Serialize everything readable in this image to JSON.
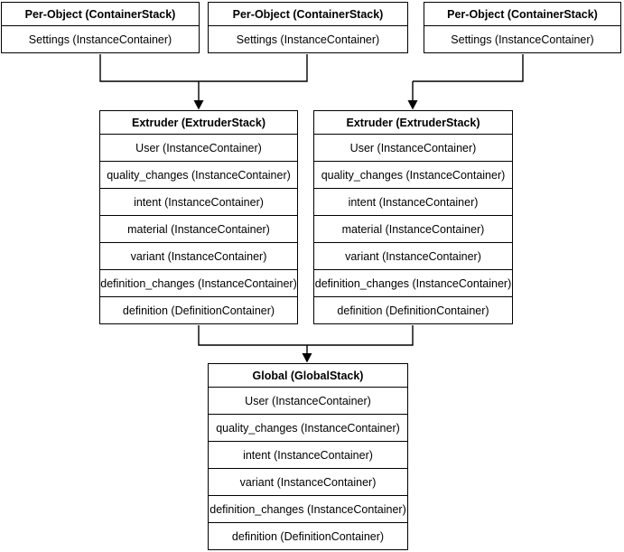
{
  "colors": {
    "background": "#ffffff",
    "border": "#000000",
    "text": "#000000"
  },
  "nodes": {
    "perObject1": {
      "title": "Per-Object (ContainerStack)",
      "rows": [
        "Settings (InstanceContainer)"
      ]
    },
    "perObject2": {
      "title": "Per-Object (ContainerStack)",
      "rows": [
        "Settings (InstanceContainer)"
      ]
    },
    "perObject3": {
      "title": "Per-Object (ContainerStack)",
      "rows": [
        "Settings (InstanceContainer)"
      ]
    },
    "extruderLeft": {
      "title": "Extruder (ExtruderStack)",
      "rows": [
        "User (InstanceContainer)",
        "quality_changes (InstanceContainer)",
        "intent (InstanceContainer)",
        "material (InstanceContainer)",
        "variant (InstanceContainer)",
        "definition_changes (InstanceContainer)",
        "definition (DefinitionContainer)"
      ]
    },
    "extruderRight": {
      "title": "Extruder (ExtruderStack)",
      "rows": [
        "User (InstanceContainer)",
        "quality_changes (InstanceContainer)",
        "intent (InstanceContainer)",
        "material (InstanceContainer)",
        "variant (InstanceContainer)",
        "definition_changes (InstanceContainer)",
        "definition (DefinitionContainer)"
      ]
    },
    "global": {
      "title": "Global (GlobalStack)",
      "rows": [
        "User (InstanceContainer)",
        "quality_changes (InstanceContainer)",
        "intent (InstanceContainer)",
        "variant (InstanceContainer)",
        "definition_changes (InstanceContainer)",
        "definition (DefinitionContainer)"
      ]
    }
  },
  "edges": [
    {
      "from": "per-object-1",
      "to": "extruder-left",
      "arrow": "down"
    },
    {
      "from": "per-object-2",
      "to": "extruder-left",
      "arrow": "down"
    },
    {
      "from": "per-object-3",
      "to": "extruder-right",
      "arrow": "down"
    },
    {
      "from": "extruder-left",
      "to": "global",
      "arrow": "down"
    },
    {
      "from": "extruder-right",
      "to": "global",
      "arrow": "down"
    }
  ]
}
